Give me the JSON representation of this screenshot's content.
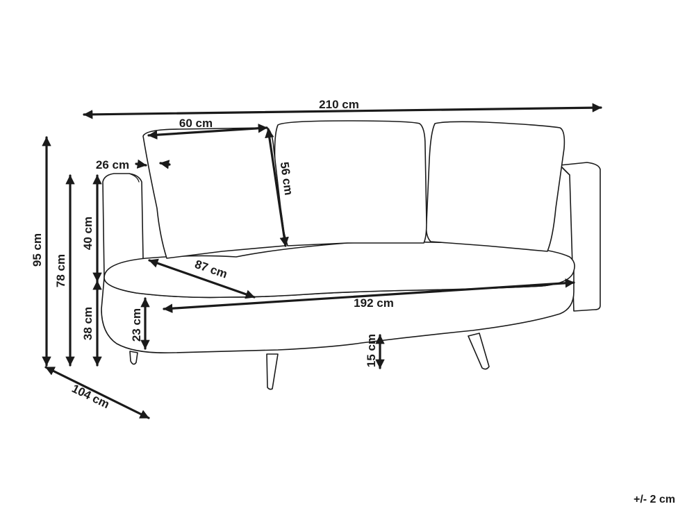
{
  "dimensions": {
    "total_width": "210 cm",
    "cushion_width": "60 cm",
    "cushion_height": "56 cm",
    "arm_depth": "26 cm",
    "total_height": "95 cm",
    "arm_height": "78 cm",
    "back_height": "40 cm",
    "seat_height": "38 cm",
    "seat_thickness": "23 cm",
    "seat_depth": "87 cm",
    "seat_width": "192 cm",
    "leg_height": "15 cm",
    "depth": "104 cm"
  },
  "tolerance": "+/- 2 cm"
}
